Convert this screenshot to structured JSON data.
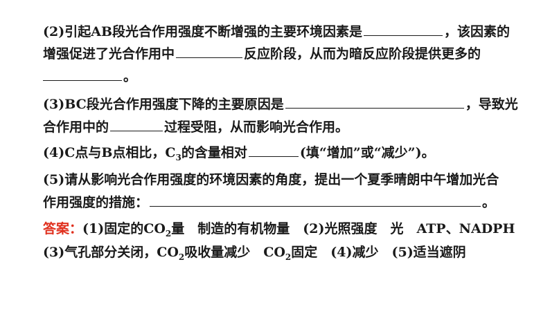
{
  "q2": {
    "l1a": "(2)引起AB段光合作用强度不断增强的主要环境因素是",
    "l1b": "，该因素的",
    "l2a": "增强促进了光合作用中",
    "l2b": "反应阶段，从而为暗反应阶段提供更多的",
    "l3": "。"
  },
  "q3": {
    "l1a": "(3)BC段光合作用强度下降的主要原因是",
    "l1b": "，导致光",
    "l2a": "合作用中的",
    "l2b": "过程受阻，从而影响光合作用。"
  },
  "q4": {
    "a": "(4)C点与B点相比，C",
    "sub": "3",
    "b": "的含量相对",
    "c": "(填“增加”或“减少”)。"
  },
  "q5": {
    "l1": "(5)请从影响光合作用强度的环境因素的角度，提出一个夏季晴朗中午增加光合",
    "l2a": "作用强度的措施：",
    "l2b": "。"
  },
  "answer": {
    "label": "答案：",
    "p1": "(1)固定的CO",
    "p1sub": "2",
    "p2": "量　制造的有机物量　(2)光照强度　光　ATP、NADPH",
    "l2a": "(3)气孔部分关闭，CO",
    "l2sub1": "2",
    "l2b": "吸收量减少　CO",
    "l2sub2": "2",
    "l2c": "固定　(4)减少　(5)适当遮阴"
  },
  "colors": {
    "answer_label": "#e0301e",
    "text": "#1a1a1a"
  }
}
